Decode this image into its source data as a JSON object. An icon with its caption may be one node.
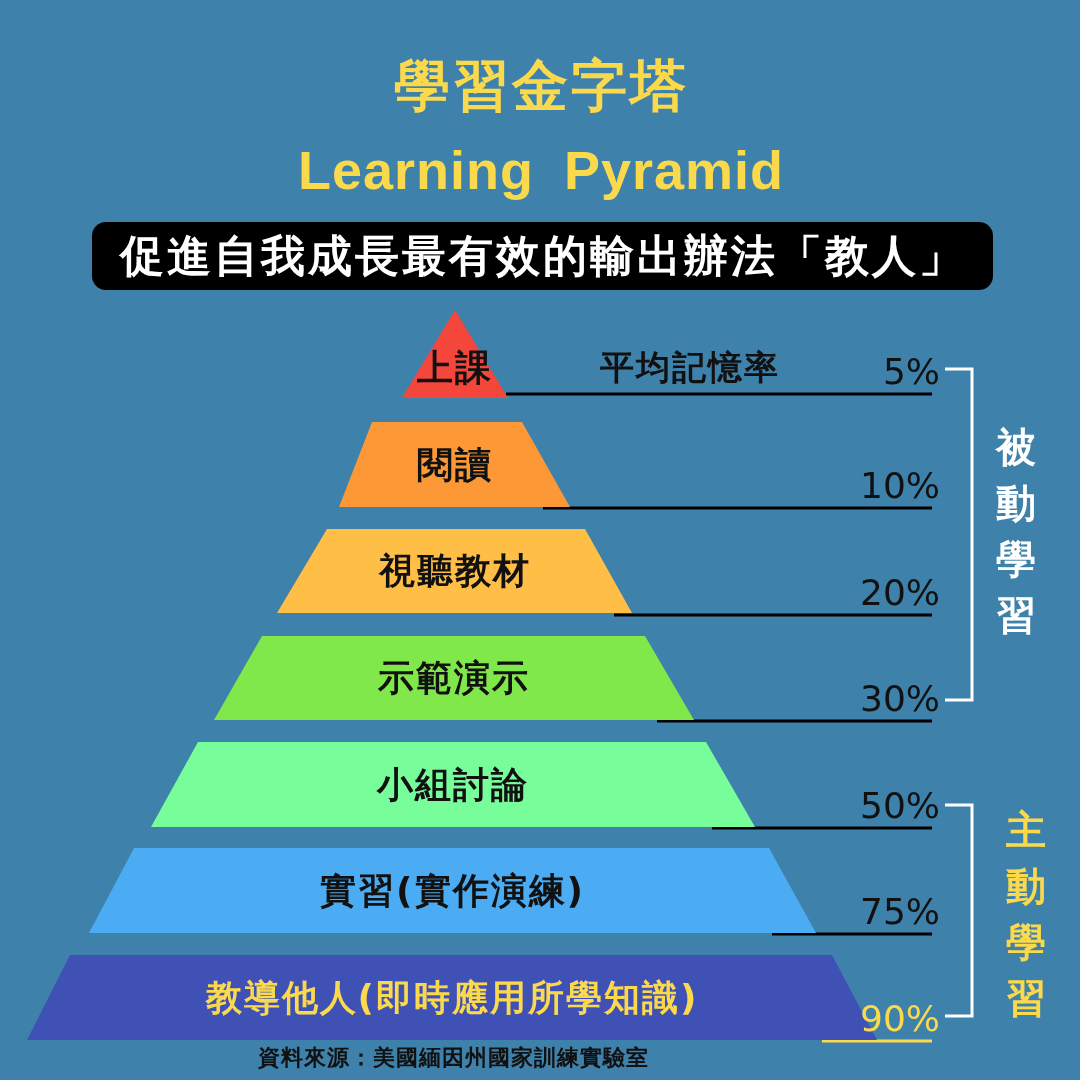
{
  "diagram": {
    "title": "學習金字塔",
    "caption": "資料來源：美國緬因州國家訓練實驗室",
    "nodes": [
      {
        "text": [
          "促進自我成長最有效的輸出辦法「教人」"
        ]
      },
      {
        "text": [
          "上課"
        ]
      },
      {
        "text": [
          "閱讀"
        ]
      },
      {
        "text": [
          "視聽教材"
        ]
      },
      {
        "text": [
          "示範演示"
        ]
      },
      {
        "text": [
          "小組討論"
        ]
      },
      {
        "text": [
          "實習(實作演練)"
        ]
      },
      {
        "text": [
          "教導他人(即時應用所學知識)"
        ]
      },
      {
        "text": [
          "5%"
        ]
      },
      {
        "text": [
          "10%"
        ]
      },
      {
        "text": [
          "20%"
        ]
      },
      {
        "text": [
          "30%"
        ]
      },
      {
        "text": [
          "50%"
        ]
      },
      {
        "text": [
          "75%"
        ]
      },
      {
        "text": [
          "90%"
        ]
      }
    ],
    "edges": [
      {
        "from": 8,
        "to": 1,
        "arrow": "none"
      },
      {
        "from": 9,
        "to": 2,
        "arrow": "none"
      },
      {
        "from": 10,
        "to": 3,
        "arrow": "none"
      },
      {
        "from": 11,
        "to": 4,
        "arrow": "none"
      },
      {
        "from": 12,
        "to": 5,
        "arrow": "none"
      },
      {
        "from": 13,
        "to": 6,
        "arrow": "none"
      },
      {
        "from": 14,
        "to": 7,
        "arrow": "none",
        "color": "#fbd94c"
      }
    ],
    "labels": [
      "Learning Pyramid",
      "平均記憶率",
      "被動學習",
      "主動學習"
    ]
  }
}
